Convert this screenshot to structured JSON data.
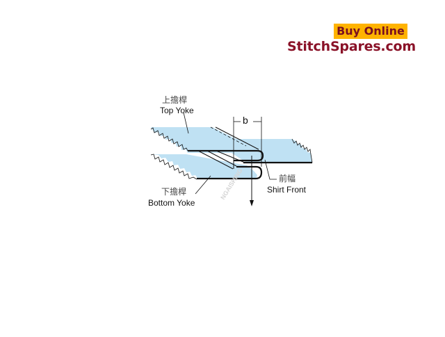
{
  "brand": {
    "buy_label": "Buy Online",
    "site_name": "StitchSpares.com",
    "buy_bg": "#ffb300",
    "text_color": "#8a1228"
  },
  "diagram": {
    "fill_color": "#bfe1f3",
    "line_color": "#111111",
    "labels": {
      "top_yoke_cn": "上擔桿",
      "top_yoke_en": "Top Yoke",
      "dimension": "b",
      "shirt_front_cn": "前幅",
      "shirt_front_en": "Shirt Front",
      "bottom_yoke_cn": "下擔桿",
      "bottom_yoke_en": "Bottom Yoke"
    },
    "watermark": "NGAISHING"
  }
}
